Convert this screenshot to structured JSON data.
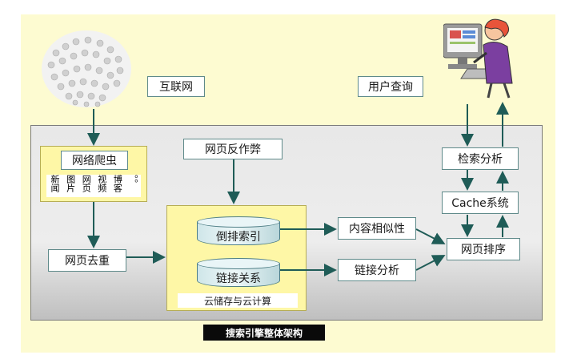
{
  "nodes": {
    "internet": "互联网",
    "crawler": "网络爬虫",
    "sources": [
      "新闻",
      "图片",
      "网页",
      "视频",
      "博客",
      "。。"
    ],
    "dedup": "网页去重",
    "antispam": "网页反作弊",
    "inverted_index": "倒排索引",
    "link_relation": "链接关系",
    "cloud_storage": "云储存与云计算",
    "content_similarity": "内容相似性",
    "link_analysis": "链接分析",
    "page_rank": "网页排序",
    "cache": "Cache系统",
    "query_analysis": "检索分析",
    "user_query": "用户查询"
  },
  "caption": "搜索引擎整体架构",
  "colors": {
    "background": "#fdfbd1",
    "arrow": "#1f5c57",
    "panel": "#e8e8e8",
    "storage": "#fef7a6"
  },
  "icons": {
    "internet": "network-globe-icon",
    "user": "computer-user-icon"
  }
}
